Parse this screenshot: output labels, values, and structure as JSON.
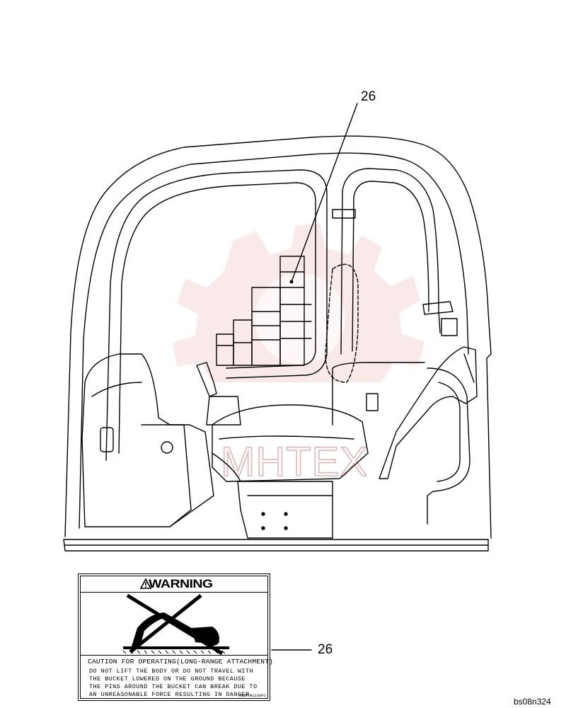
{
  "callouts": {
    "top": "26",
    "decal": "26"
  },
  "decal": {
    "header": "WARNING",
    "caption": "CAUTION FOR OPERATING(LONG-RANGE ATTACHMENT)",
    "lines": [
      "DO NOT LIFT THE BODY OR DO NOT TRAVEL WITH",
      "THE BUCKET LOWERED ON THE GROUND BECAUSE",
      "THE PINS AROUND THE BUCKET CAN BREAK DUE TO",
      "AN UNREASONABLE FORCE RESULTING IN DANGER."
    ],
    "code": "YN20T01238P1"
  },
  "watermark": {
    "text": "MHTEX",
    "color": "#e89a9a"
  },
  "figure_id": "bs08n324",
  "colors": {
    "line": "#000000",
    "watermark": "#e68c8c"
  }
}
